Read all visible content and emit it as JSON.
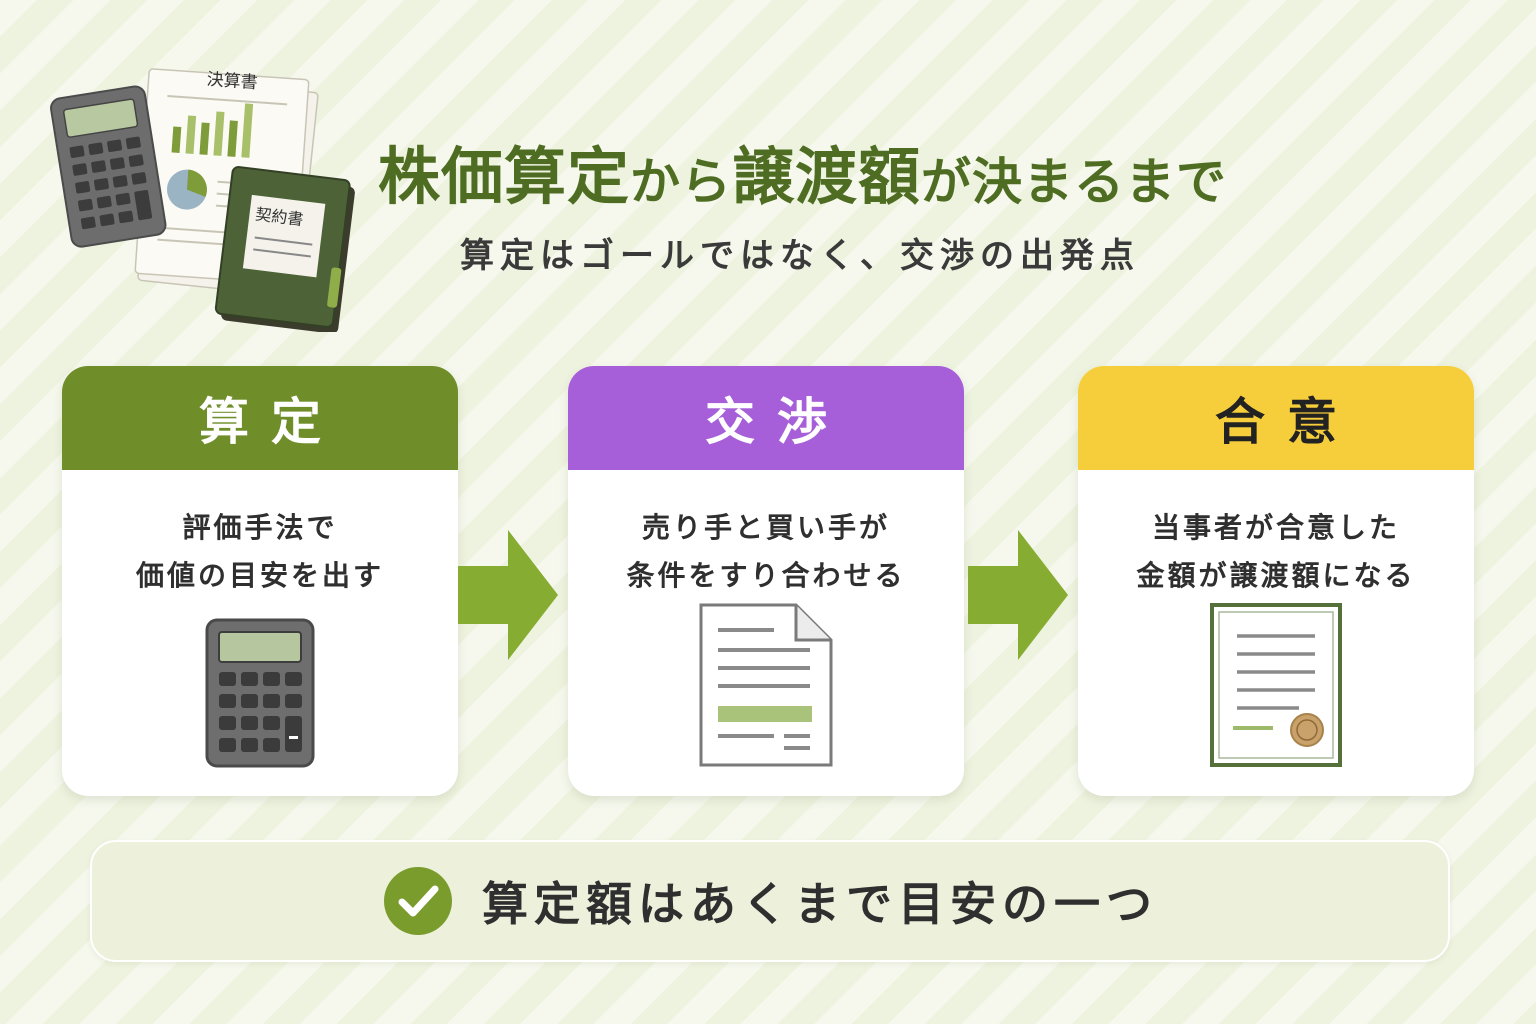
{
  "illustration": {
    "report_label": "決算書",
    "contract_label": "契約書"
  },
  "header": {
    "title_part1": "株価算定",
    "title_part2": "から",
    "title_part3": "譲渡額",
    "title_part4": "が決まるまで",
    "subtitle": "算定はゴールではなく、交渉の出発点"
  },
  "steps": [
    {
      "label": "算定",
      "desc_line1": "評価手法で",
      "desc_line2": "価値の目安を出す",
      "icon": "calculator-icon",
      "color": "#6f8e2a",
      "text_color": "#ffffff"
    },
    {
      "label": "交渉",
      "desc_line1": "売り手と買い手が",
      "desc_line2": "条件をすり合わせる",
      "icon": "document-icon",
      "color": "#a65fd9",
      "text_color": "#ffffff"
    },
    {
      "label": "合意",
      "desc_line1": "当事者が合意した",
      "desc_line2": "金額が譲渡額になる",
      "icon": "certificate-icon",
      "color": "#f6cd3b",
      "text_color": "#222222"
    }
  ],
  "arrow_color": "#87ac32",
  "footer": {
    "icon": "check-circle-icon",
    "text": "算定額はあくまで目安の一つ"
  }
}
